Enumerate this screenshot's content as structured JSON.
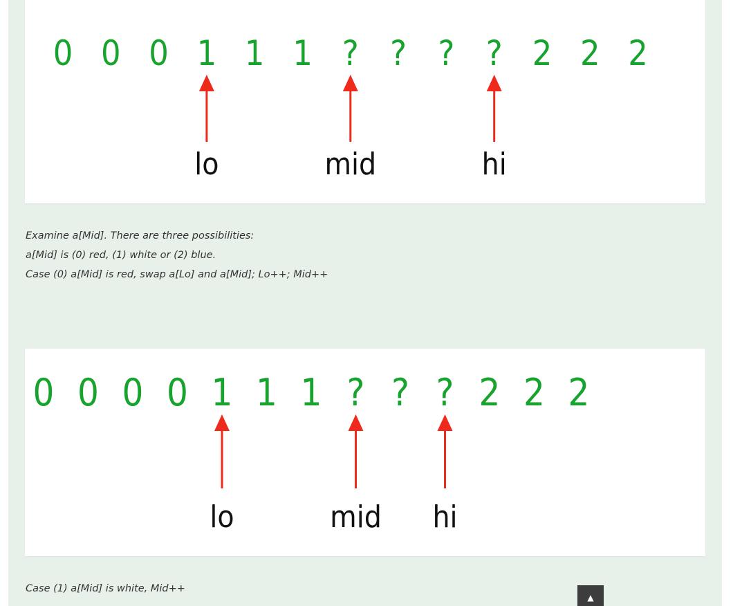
{
  "figures": [
    {
      "sequence": [
        "0",
        "0",
        "0",
        "1",
        "1",
        "1",
        "?",
        "?",
        "?",
        "?",
        "2",
        "2",
        "2"
      ],
      "pointers": [
        {
          "label": "lo",
          "index": 3
        },
        {
          "label": "mid",
          "index": 6
        },
        {
          "label": "hi",
          "index": 9
        }
      ]
    },
    {
      "sequence": [
        "0",
        "0",
        "0",
        "0",
        "1",
        "1",
        "1",
        "?",
        "?",
        "?",
        "2",
        "2",
        "2"
      ],
      "pointers": [
        {
          "label": "lo",
          "index": 4
        },
        {
          "label": "mid",
          "index": 7
        },
        {
          "label": "hi",
          "index": 9
        }
      ]
    }
  ],
  "caption1": {
    "line1": "Examine a[Mid]. There are three possibilities:",
    "line2": "a[Mid] is (0) red, (1) white or (2) blue.",
    "line3": "Case (0) a[Mid] is red, swap a[Lo] and a[Mid]; Lo++; Mid++"
  },
  "caption2": {
    "line1": "Case (1) a[Mid] is white, Mid++"
  },
  "scroll_top": {
    "icon": "▲"
  },
  "colors": {
    "digit": "#17a32e",
    "arrow": "#ee2a1c",
    "label": "#111111",
    "background": "#e8f0ea"
  }
}
